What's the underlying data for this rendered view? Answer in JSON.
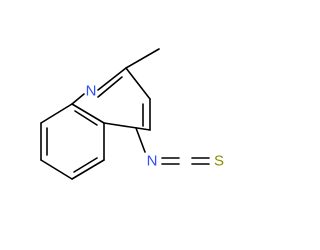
{
  "molecule": {
    "atoms": {
      "ring_nitrogen": "N",
      "isothiocyanate_nitrogen": "N",
      "isothiocyanate_carbon": "C",
      "sulfur": "S"
    },
    "colors": {
      "bond": "#000000",
      "nitrogen": "#3050F8",
      "sulfur": "#8C8C00"
    }
  }
}
